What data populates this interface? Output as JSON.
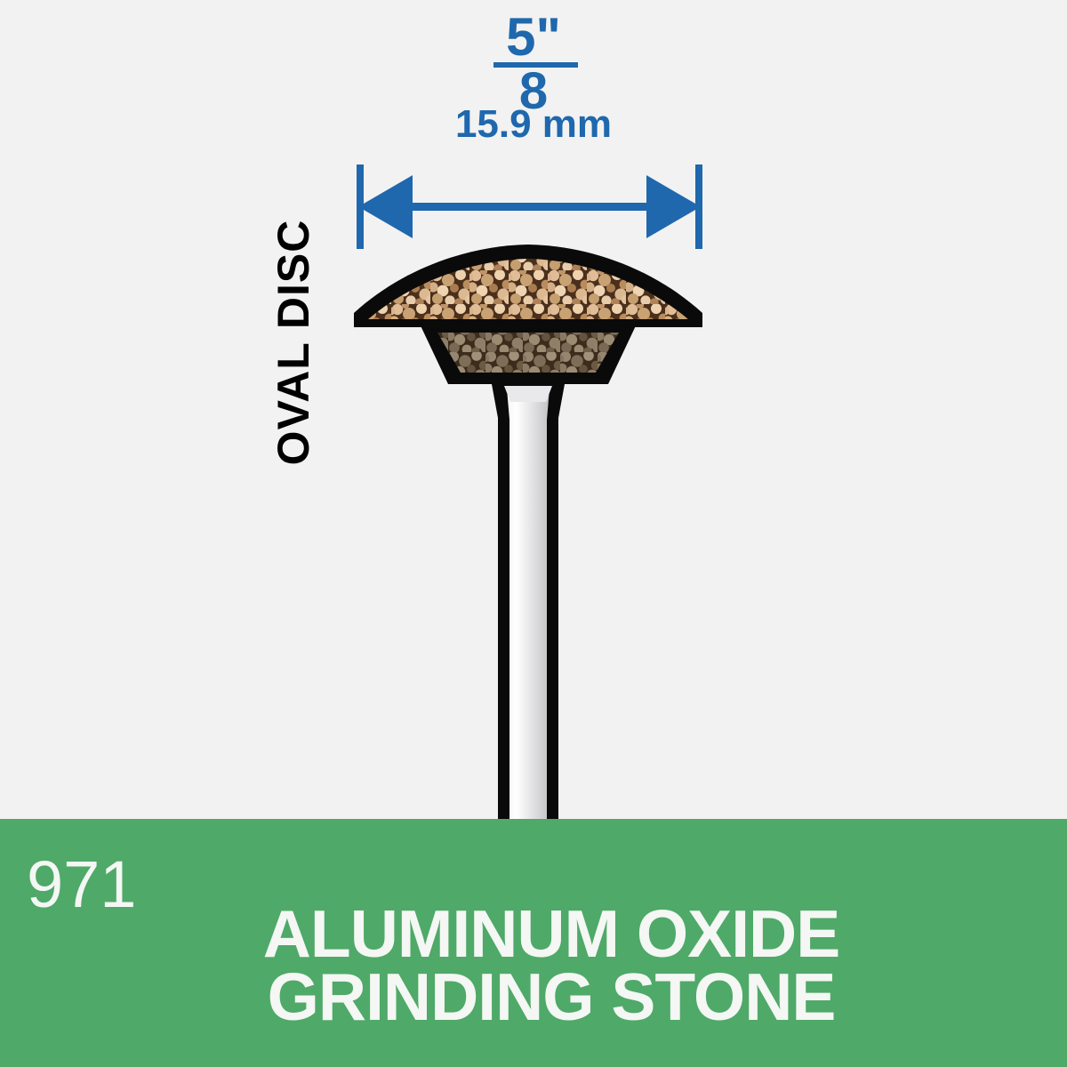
{
  "background_color": "#f2f2f2",
  "dimension": {
    "fraction_numerator": "5\"",
    "fraction_denominator": "8",
    "metric": "15.9 mm",
    "color": "#1f68ad",
    "arrow_name": "double-headed-dimension-arrow"
  },
  "side_label": {
    "text": "OVAL DISC",
    "color": "#000000"
  },
  "product": {
    "shape_name": "oval-disc-grinding-stone",
    "outline_color": "#0a0a0a",
    "shank_color_light": "#ffffff",
    "shank_color_dark": "#c3c3c7",
    "grit_upper": {
      "base": "#4a2f1c",
      "speck_light": "#e8cba8",
      "speck_mid": "#d9b48c",
      "speck_dark": "#a97c50"
    },
    "grit_lower": {
      "base": "#3d2c1c",
      "speck_light": "#9b8b72",
      "speck_mid": "#8a7a63",
      "speck_dark": "#6b5b45"
    }
  },
  "footer": {
    "background_color": "#4fa968",
    "text_color": "#f4f7f4",
    "model_number": "971",
    "title_line_1": "ALUMINUM OXIDE",
    "title_line_2": "GRINDING STONE"
  }
}
